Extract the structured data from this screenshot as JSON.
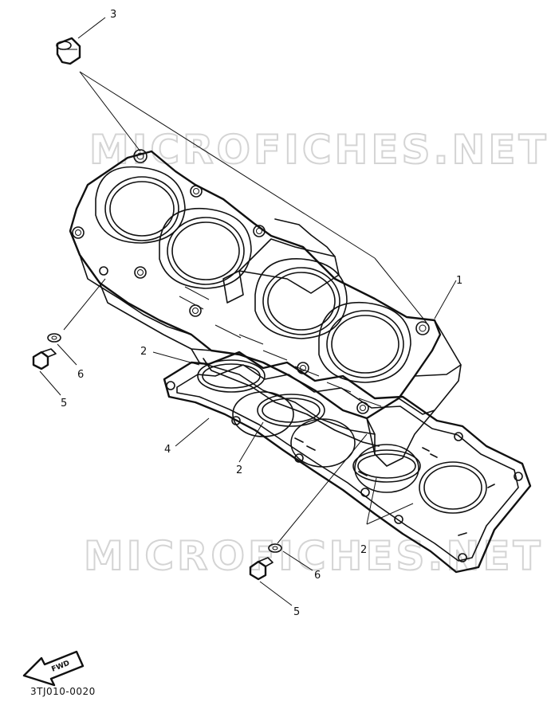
{
  "watermark": {
    "top": "MICROFICHES.NET",
    "bottom": "MICROFICHES.NET"
  },
  "callouts": {
    "c1": "1",
    "c2a": "2",
    "c2b": "2",
    "c2c": "2",
    "c3": "3",
    "c4": "4",
    "c5a": "5",
    "c5b": "5",
    "c6a": "6",
    "c6b": "6"
  },
  "fwd_label": "FWD",
  "drawing_code": "3TJ010-0020"
}
